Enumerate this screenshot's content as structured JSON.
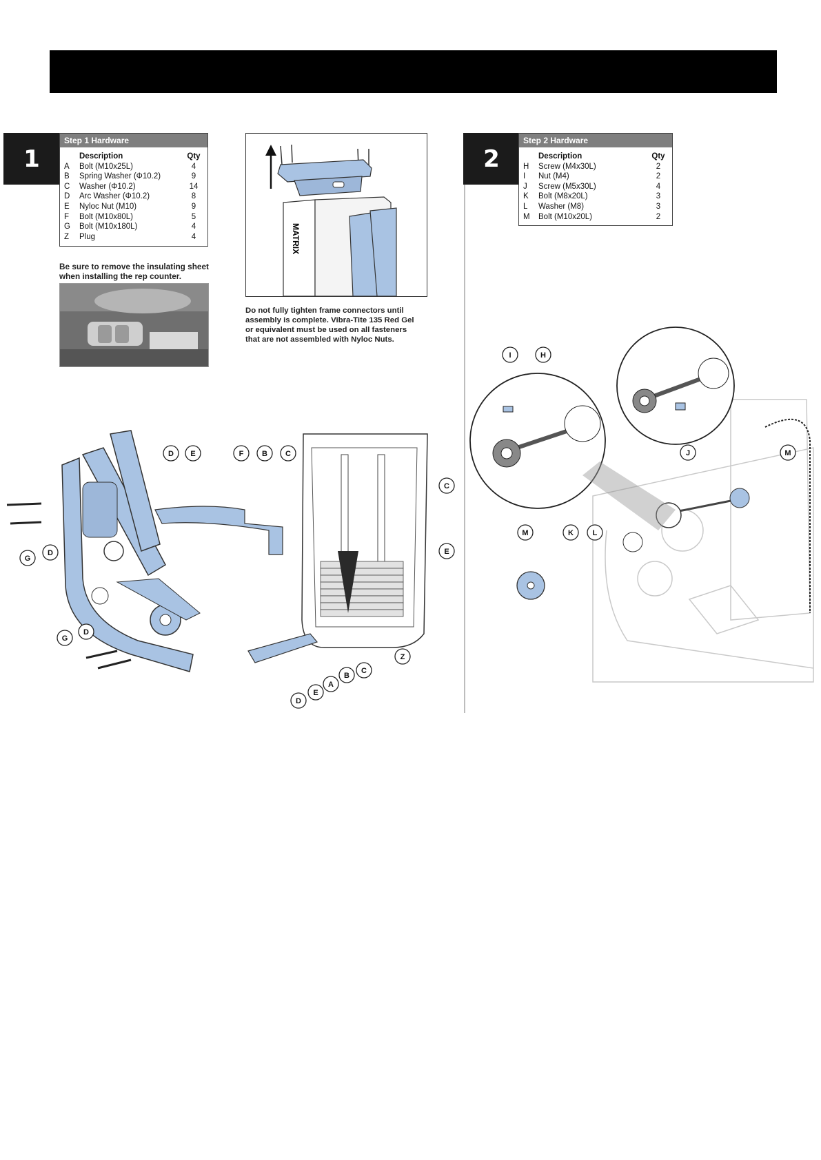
{
  "step1": {
    "number": "1",
    "hardware": {
      "title": "Step 1 Hardware",
      "col_description": "Description",
      "col_qty": "Qty",
      "rows": [
        {
          "letter": "A",
          "desc": "Bolt (M10x25L)",
          "qty": "4"
        },
        {
          "letter": "B",
          "desc": "Spring Washer (Φ10.2)",
          "qty": "9"
        },
        {
          "letter": "C",
          "desc": "Washer (Φ10.2)",
          "qty": "14"
        },
        {
          "letter": "D",
          "desc": "Arc Washer (Φ10.2)",
          "qty": "8"
        },
        {
          "letter": "E",
          "desc": "Nyloc Nut (M10)",
          "qty": "9"
        },
        {
          "letter": "F",
          "desc": "Bolt (M10x80L)",
          "qty": "5"
        },
        {
          "letter": "G",
          "desc": "Bolt (M10x180L)",
          "qty": "4"
        },
        {
          "letter": "Z",
          "desc": "Plug",
          "qty": "4"
        }
      ]
    },
    "insulating_note": "Be sure to remove the insulating sheet when installing the rep counter.",
    "tighten_note": "Do not fully tighten frame connectors until assembly is complete. Vibra-Tite 135 Red Gel or equivalent must be used on all fasteners that are not assembled with Nyloc Nuts.",
    "frame_logo": "MATRIX",
    "callouts": [
      "D",
      "E",
      "F",
      "B",
      "C",
      "C",
      "E",
      "G",
      "D",
      "G",
      "D",
      "Z",
      "C",
      "B",
      "A",
      "E",
      "D"
    ]
  },
  "step2": {
    "number": "2",
    "hardware": {
      "title": "Step 2 Hardware",
      "col_description": "Description",
      "col_qty": "Qty",
      "rows": [
        {
          "letter": "H",
          "desc": "Screw (M4x30L)",
          "qty": "2"
        },
        {
          "letter": "I",
          "desc": "Nut (M4)",
          "qty": "2"
        },
        {
          "letter": "J",
          "desc": "Screw (M5x30L)",
          "qty": "4"
        },
        {
          "letter": "K",
          "desc": "Bolt (M8x20L)",
          "qty": "3"
        },
        {
          "letter": "L",
          "desc": "Washer (M8)",
          "qty": "3"
        },
        {
          "letter": "M",
          "desc": "Bolt (M10x20L)",
          "qty": "2"
        }
      ]
    },
    "callouts": [
      "I",
      "H",
      "J",
      "M",
      "M",
      "K",
      "L"
    ]
  },
  "colors": {
    "part_blue": "#a9c3e3",
    "outline": "#333333",
    "ghost": "#c9c9c9",
    "badge": "#1b1b1b"
  }
}
